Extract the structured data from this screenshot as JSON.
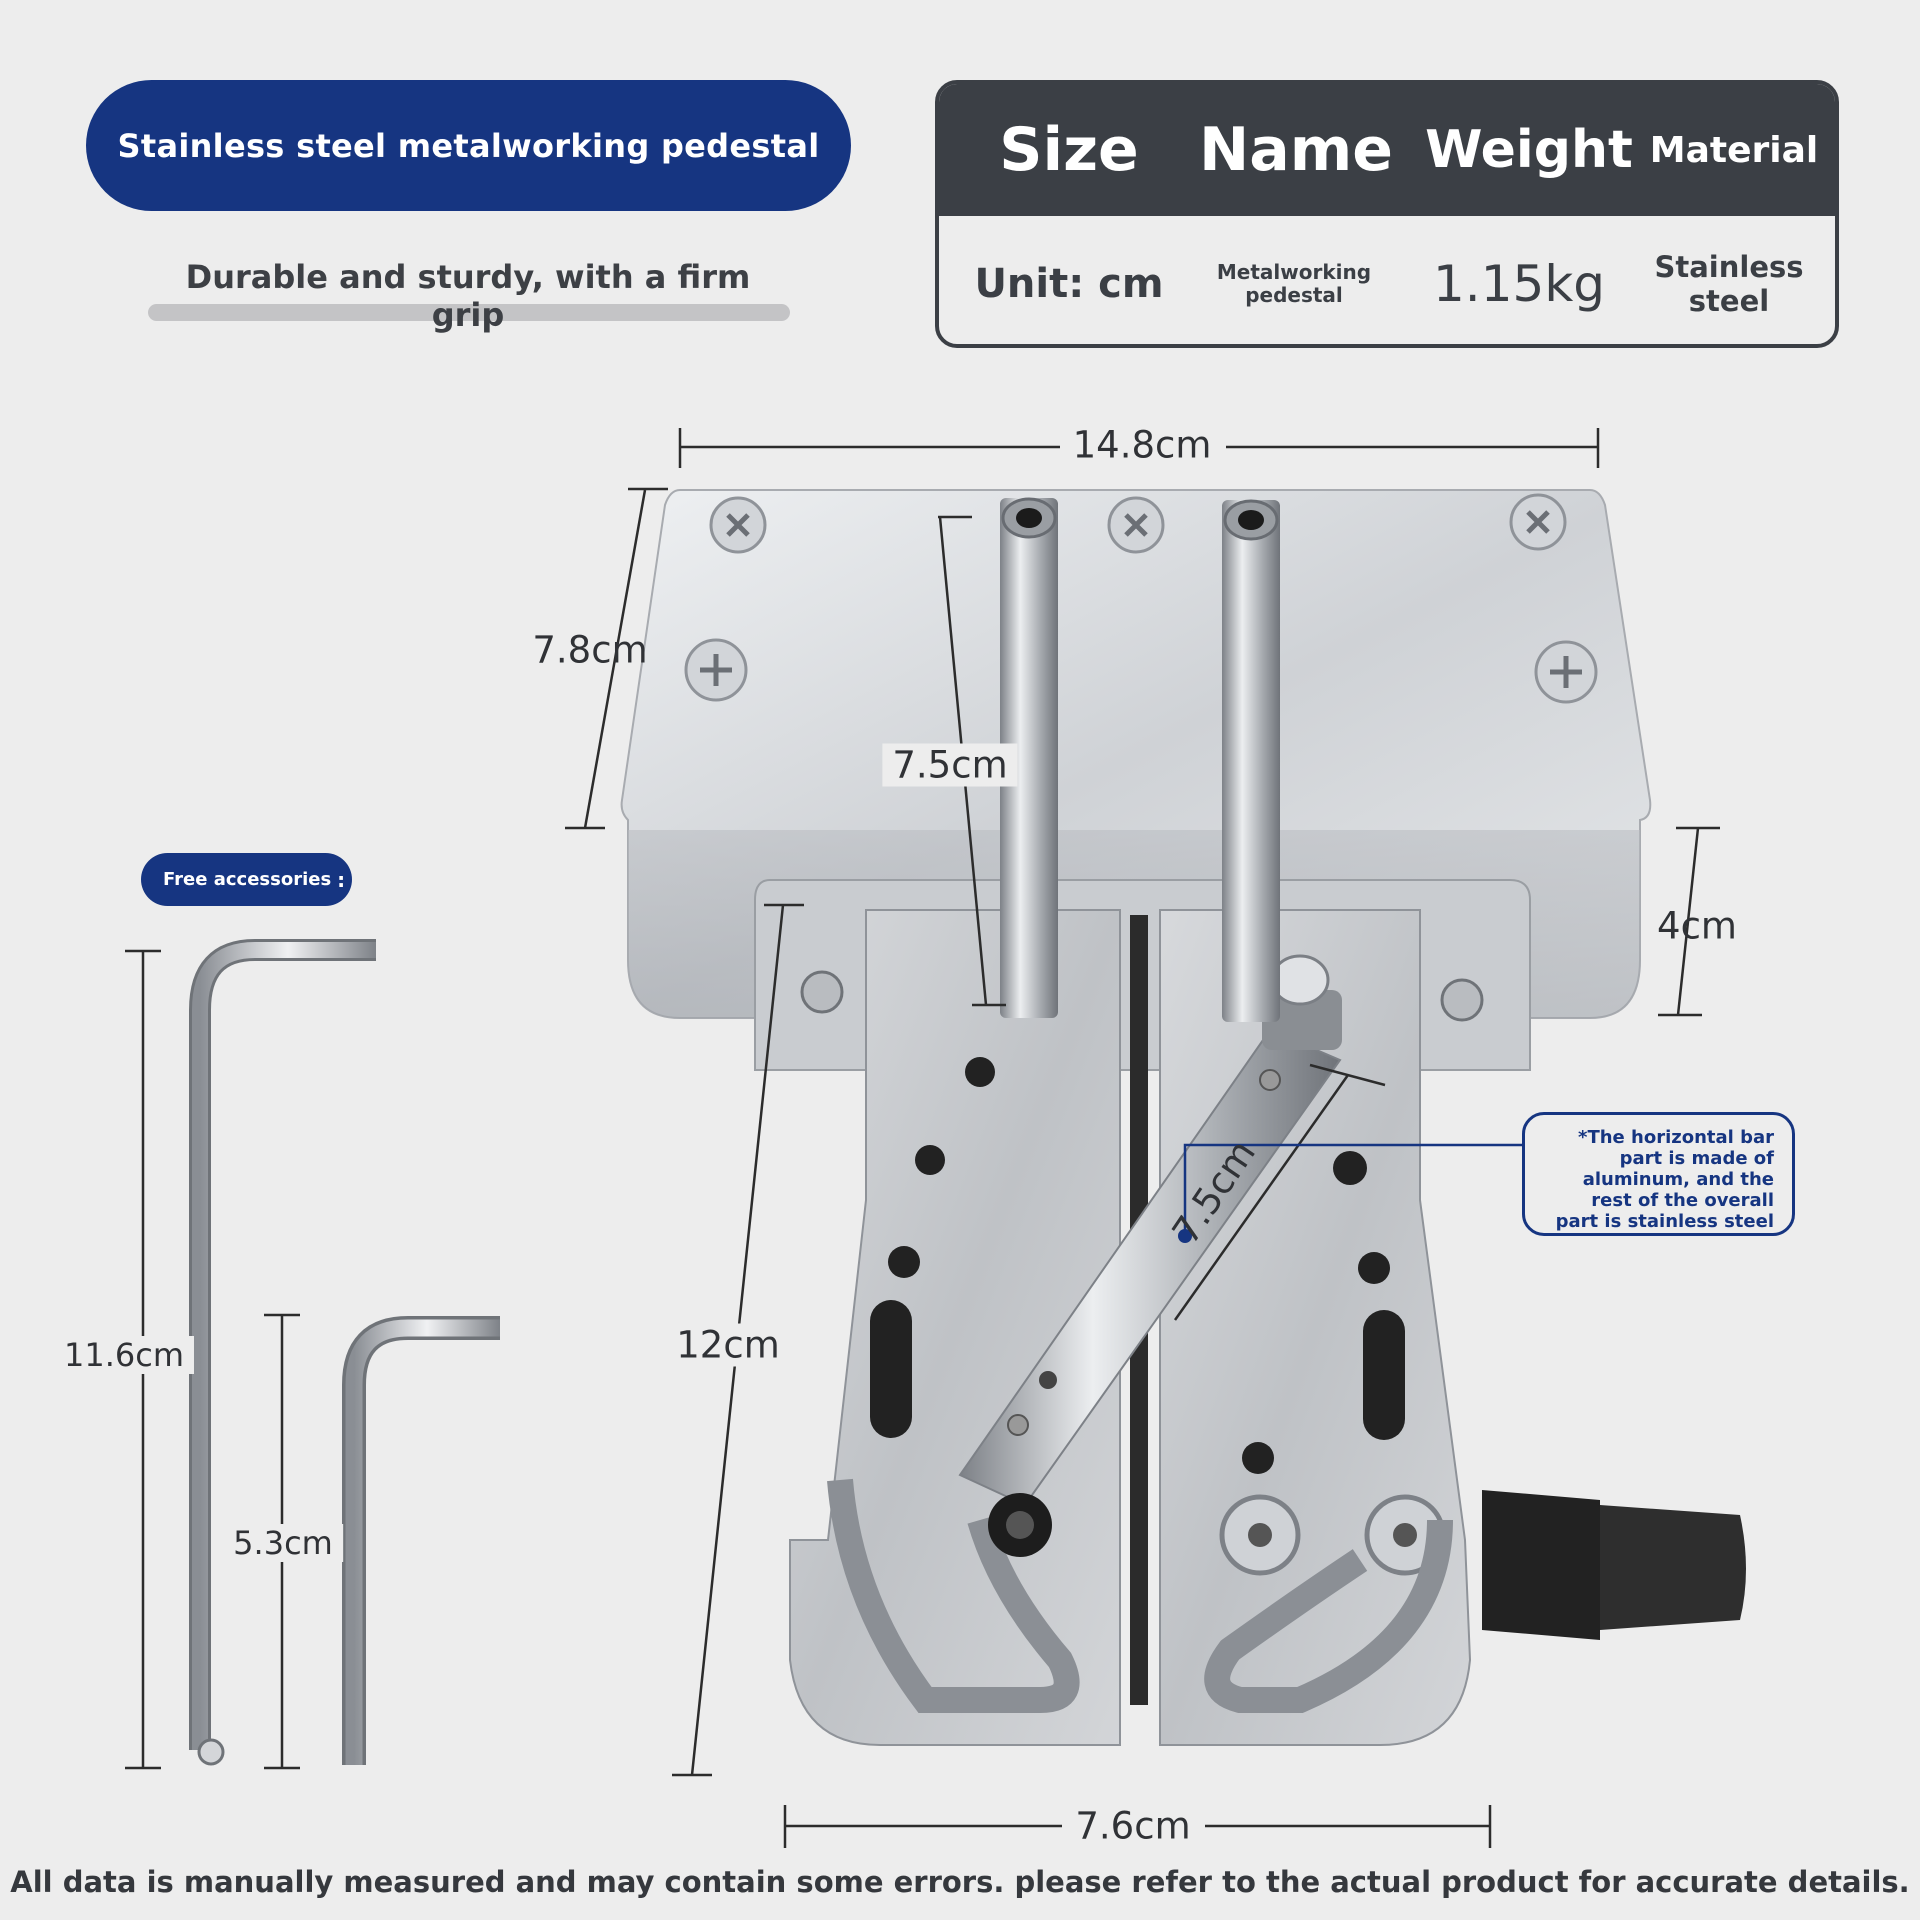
{
  "header": {
    "title": "Stainless steel metalworking pedestal",
    "subtitle": "Durable and sturdy, with a firm grip"
  },
  "spec_table": {
    "headers": [
      "Size",
      "Name",
      "Weight",
      "Material"
    ],
    "values": [
      "Unit: cm",
      "Metalworking pedestal",
      "1.15kg",
      "Stainless steel"
    ]
  },
  "dimensions": {
    "width_top": "14.8cm",
    "height_block": "7.8cm",
    "rod_length": "7.5cm",
    "block_depth": "4cm",
    "bar_length": "7.5cm",
    "plate_length": "12cm",
    "plate_width": "7.6cm"
  },
  "accessories": {
    "label": "Free accessories",
    "long_key": "11.6cm",
    "short_key": "5.3cm"
  },
  "note": "*The horizontal bar part is made of aluminum, and the rest of the overall part is stainless steel",
  "footer": "All data is manually measured and may contain some errors. please refer to the actual product for accurate details.",
  "colors": {
    "accent": "#163581",
    "table_header": "#3b3f45",
    "background": "#ededed"
  }
}
